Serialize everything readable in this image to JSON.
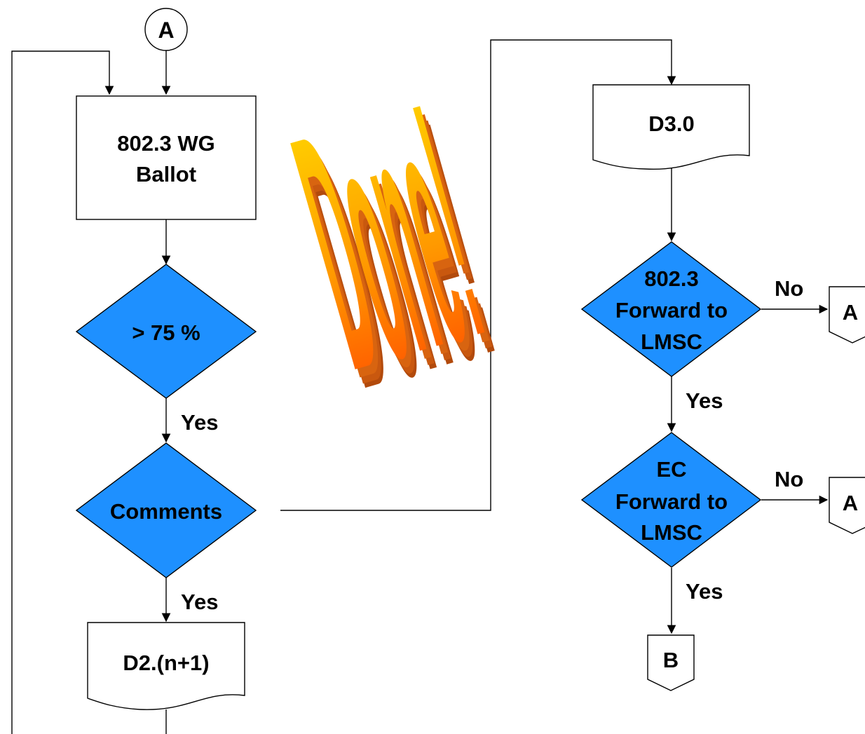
{
  "diagram": {
    "connector_top": "A",
    "wg_ballot_line1": "802.3 WG",
    "wg_ballot_line2": "Ballot",
    "decision_75": "> 75 %",
    "label_yes_1": "Yes",
    "decision_comments": "Comments",
    "label_yes_2": "Yes",
    "doc_d2": "D2.(n+1)",
    "doc_d3": "D3.0",
    "decision_wg_fwd_line1": "802.3",
    "decision_wg_fwd_line2": "Forward to",
    "decision_wg_fwd_line3": "LMSC",
    "label_no_1": "No",
    "offpage_a1": "A",
    "label_yes_3": "Yes",
    "decision_ec_line1": "EC",
    "decision_ec_line2": "Forward to",
    "decision_ec_line3": "LMSC",
    "label_no_2": "No",
    "offpage_a2": "A",
    "label_yes_4": "Yes",
    "offpage_b": "B"
  },
  "overlay": {
    "text": "Done!"
  },
  "colors": {
    "decision_fill": "#1e90ff",
    "line": "#000000",
    "done_top": "#ffe500",
    "done_bottom": "#ff3d00",
    "done_extrude": "#c2540e"
  }
}
